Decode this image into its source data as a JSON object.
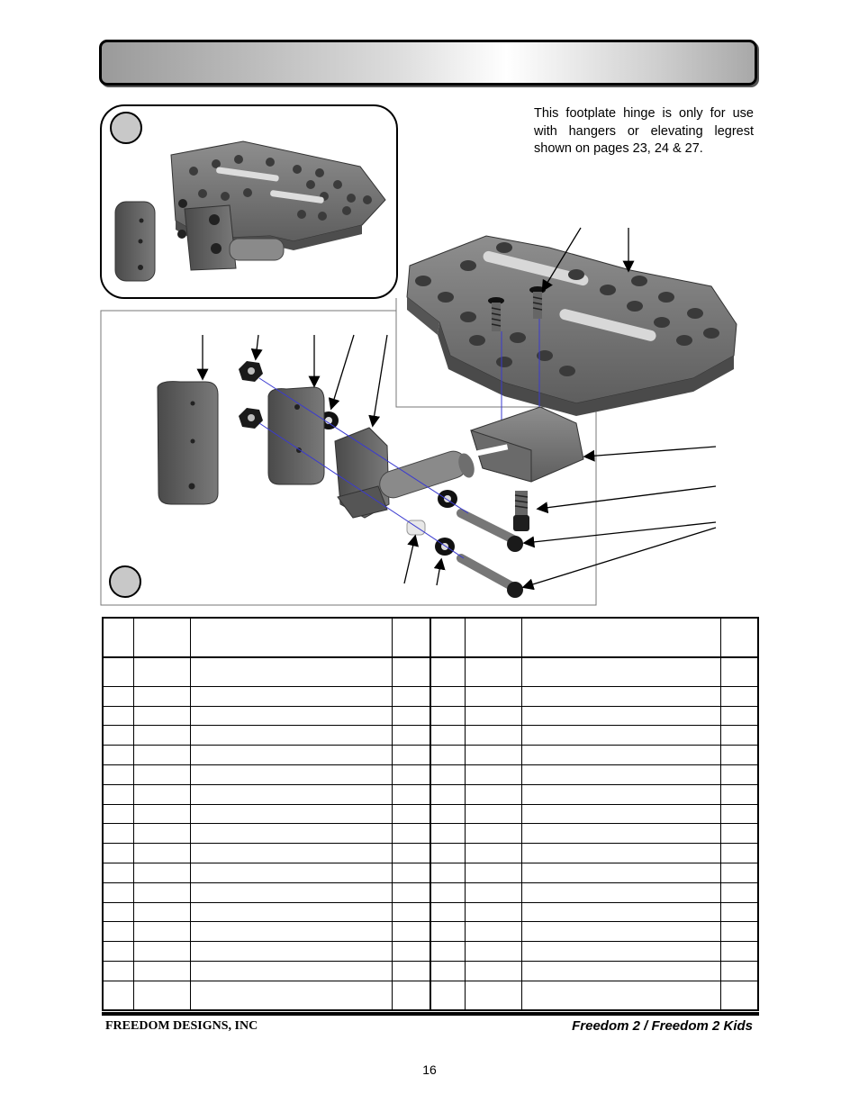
{
  "note": "This footplate hinge is only for use with hangers or elevating legrest shown on pages 23, 24 & 27.",
  "parts_table": {
    "columns": [
      "",
      "",
      "",
      "",
      "",
      "",
      "",
      ""
    ],
    "rows": [
      [
        "",
        "",
        "",
        "",
        "",
        "",
        "",
        ""
      ],
      [
        "",
        "",
        "",
        "",
        "",
        "",
        "",
        ""
      ],
      [
        "",
        "",
        "",
        "",
        "",
        "",
        "",
        ""
      ],
      [
        "",
        "",
        "",
        "",
        "",
        "",
        "",
        ""
      ],
      [
        "",
        "",
        "",
        "",
        "",
        "",
        "",
        ""
      ],
      [
        "",
        "",
        "",
        "",
        "",
        "",
        "",
        ""
      ],
      [
        "",
        "",
        "",
        "",
        "",
        "",
        "",
        ""
      ],
      [
        "",
        "",
        "",
        "",
        "",
        "",
        "",
        ""
      ],
      [
        "",
        "",
        "",
        "",
        "",
        "",
        "",
        ""
      ],
      [
        "",
        "",
        "",
        "",
        "",
        "",
        "",
        ""
      ],
      [
        "",
        "",
        "",
        "",
        "",
        "",
        "",
        ""
      ],
      [
        "",
        "",
        "",
        "",
        "",
        "",
        "",
        ""
      ],
      [
        "",
        "",
        "",
        "",
        "",
        "",
        "",
        ""
      ],
      [
        "",
        "",
        "",
        "",
        "",
        "",
        "",
        ""
      ],
      [
        "",
        "",
        "",
        "",
        "",
        "",
        "",
        ""
      ],
      [
        "",
        "",
        "",
        "",
        "",
        "",
        "",
        ""
      ],
      [
        "",
        "",
        "",
        "",
        "",
        "",
        "",
        ""
      ]
    ]
  },
  "footer": {
    "company": "FREEDOM DESIGNS, INC",
    "product": "Freedom 2 / Freedom 2 Kids",
    "page_number": "16"
  }
}
